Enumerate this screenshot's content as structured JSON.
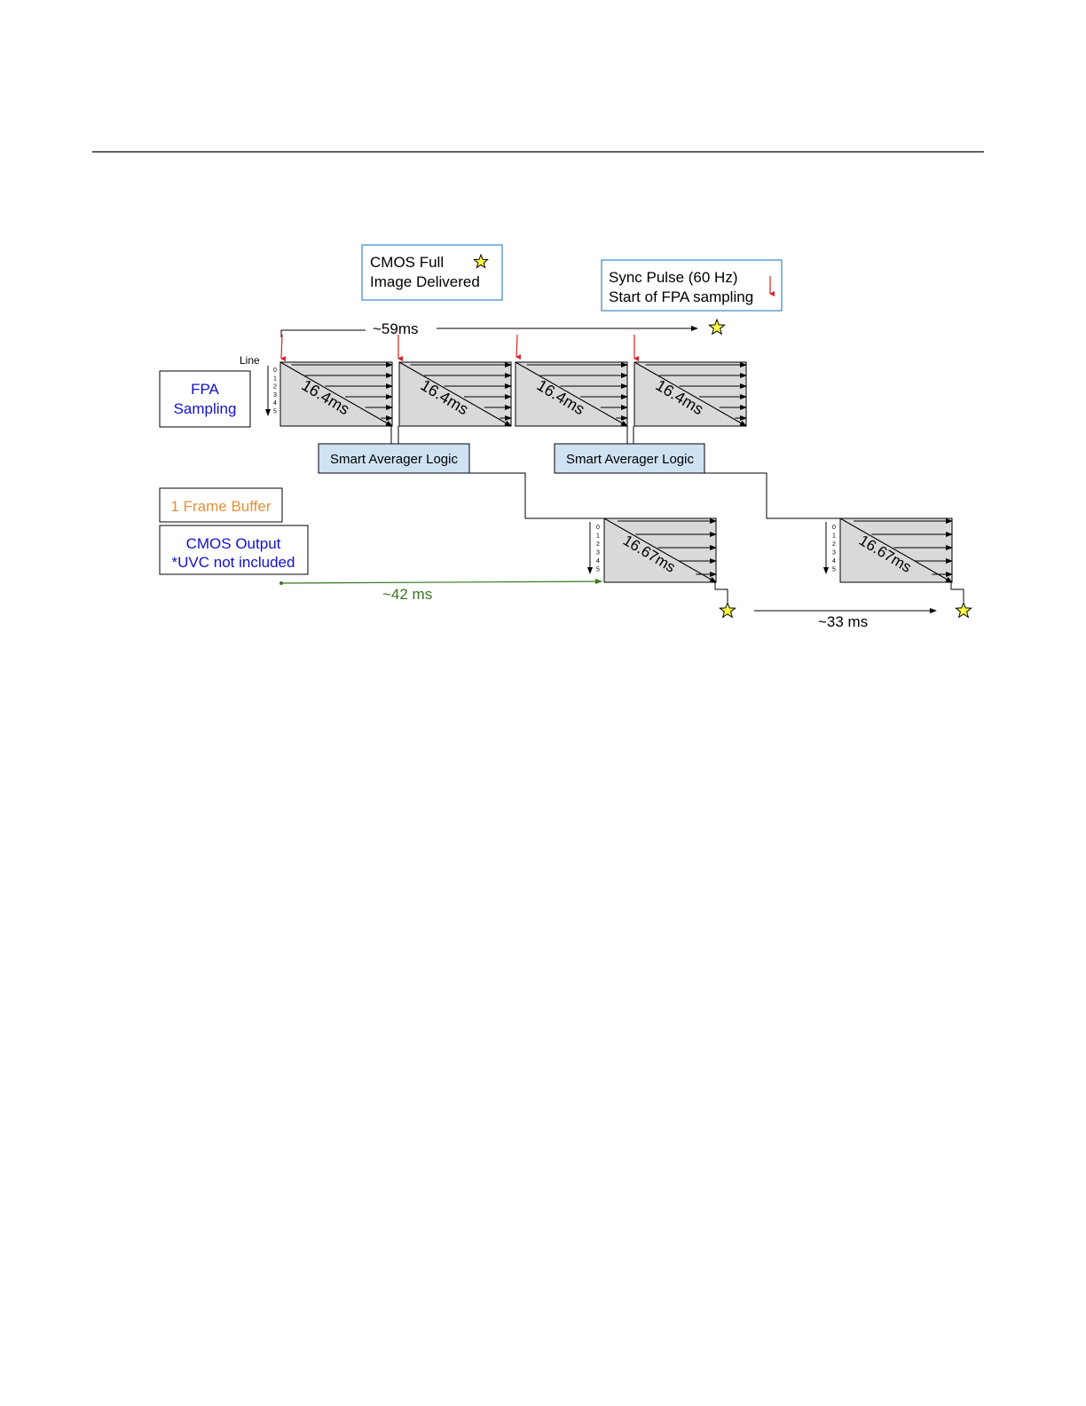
{
  "legend": {
    "cmos_full_line1": "CMOS Full",
    "cmos_full_line2": "Image Delivered",
    "sync_line1": "Sync Pulse (60 Hz)",
    "sync_line2": "Start of FPA sampling"
  },
  "timing": {
    "total": "~59ms",
    "buffer_delay": "~42 ms",
    "output_period": "~33 ms"
  },
  "fpa": {
    "line_label": "Line",
    "row_labels": [
      "0",
      "1",
      "2",
      "3",
      "4",
      "5"
    ],
    "label_line1": "FPA",
    "label_line2": "Sampling",
    "frames": [
      "16.4ms",
      "16.4ms",
      "16.4ms",
      "16.4ms"
    ]
  },
  "averager": [
    "Smart Averager Logic",
    "Smart Averager Logic"
  ],
  "buffer_label": "1 Frame Buffer",
  "cmos_output": {
    "line1": "CMOS Output",
    "line2": "*UVC not included",
    "frames": [
      "16.67ms",
      "16.67ms"
    ]
  },
  "colors": {
    "sync_arrow": "#dd2222",
    "star_fill": "#ffff44",
    "frame_fill": "#d9d9d9",
    "averager_fill": "#cfe2f3",
    "blue_text": "#1111cc",
    "orange_text": "#e69138",
    "green": "#38761d",
    "legend_border": "#3d85c6"
  }
}
